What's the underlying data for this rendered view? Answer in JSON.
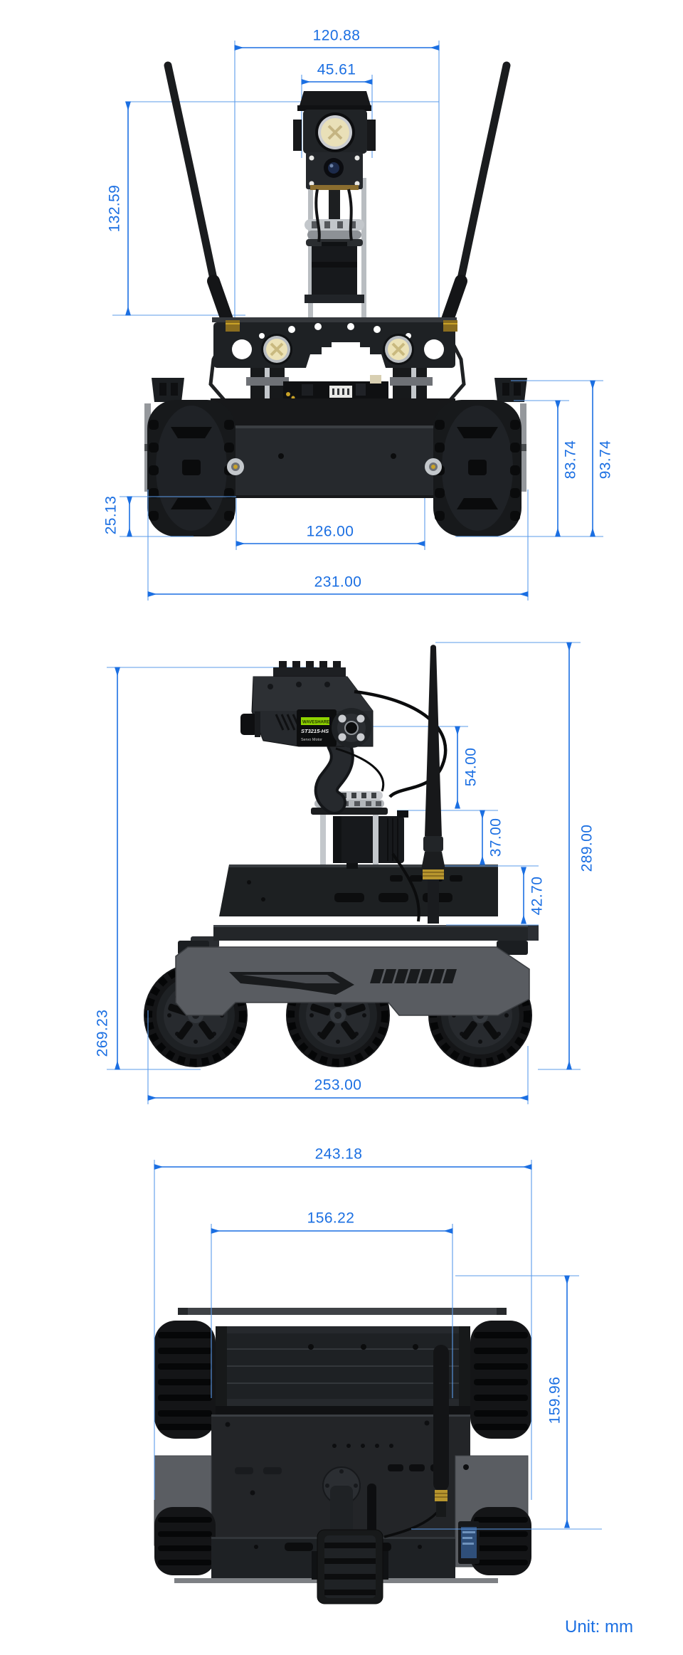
{
  "unit_note": "Unit: mm",
  "colors": {
    "dimension_blue": "#1B6FE2",
    "extension_blue": "#5B9BEA"
  },
  "views": {
    "front": {
      "name": "front-view",
      "dims": {
        "antenna_span": "120.88",
        "camera_width": "45.61",
        "mast_height": "132.59",
        "ground_clearance": "25.13",
        "inner_width": "126.00",
        "overall_width": "231.00",
        "fender_height": "93.74",
        "tire_height": "83.74"
      }
    },
    "side": {
      "name": "side-view",
      "dims": {
        "mast_height": "269.23",
        "pivot_to_platform": "54.00",
        "platform_to_deck": "37.00",
        "deck_to_chassis": "42.70",
        "overall_height": "289.00",
        "overall_length": "253.00"
      }
    },
    "top": {
      "name": "top-view",
      "dims": {
        "overall_width": "243.18",
        "inner_width": "156.22",
        "body_length": "159.96"
      }
    }
  },
  "device_labels": {
    "brand": "WAVESHARE",
    "servo_model": "ST3215-HS",
    "servo_type": "Servo Motor"
  }
}
